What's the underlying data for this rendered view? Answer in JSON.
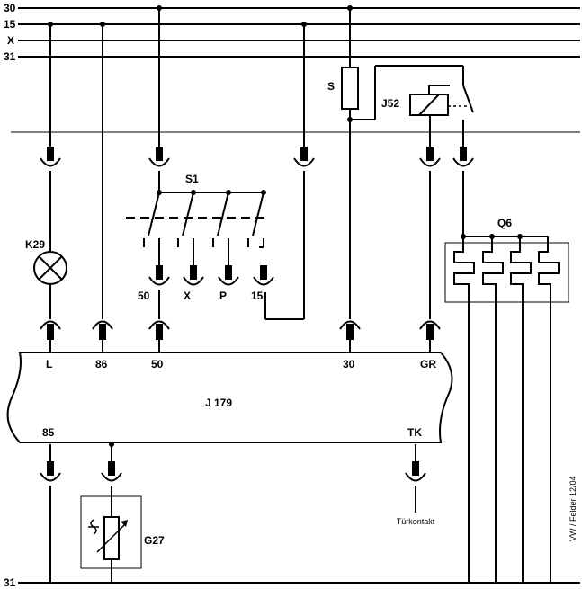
{
  "rails": {
    "r30": "30",
    "r15": "15",
    "rX": "X",
    "r31_top": "31",
    "r31_bottom": "31"
  },
  "components": {
    "fuse": "S",
    "relay": "J52",
    "lamp": "K29",
    "switch": "S1",
    "heater": "Q6",
    "sensor": "G27",
    "control_unit": "J 179"
  },
  "switch_outputs": [
    "50",
    "X",
    "P",
    "15"
  ],
  "unit_pins_top": [
    "L",
    "86",
    "50",
    "30",
    "GR"
  ],
  "unit_pins_bottom": [
    "85",
    "TK"
  ],
  "door_contact": "Türkontakt",
  "author": "VW / Felder 12/04"
}
